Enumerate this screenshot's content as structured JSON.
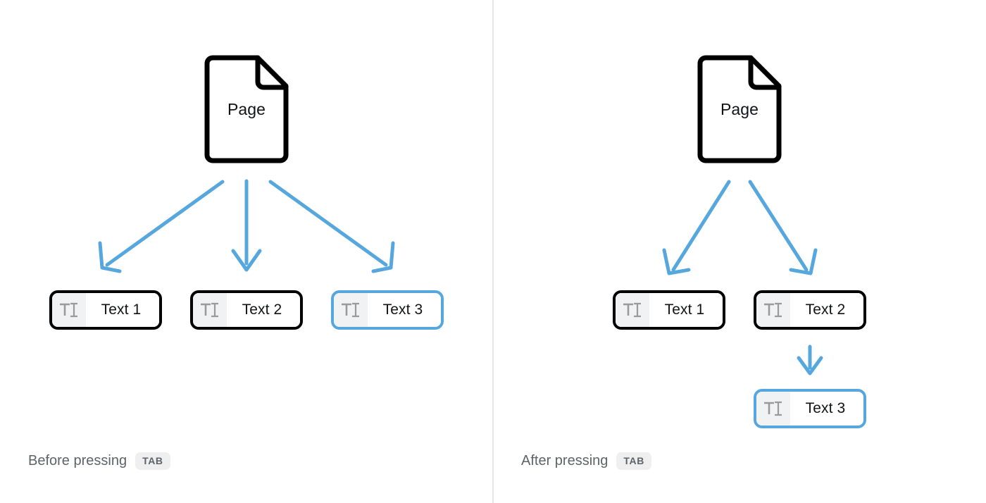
{
  "colors": {
    "arrow_blue": "#56a7dd",
    "selected_border": "#56a7dd",
    "node_border": "#000000",
    "icon_gray": "#9a9a9a",
    "icon_bg": "#f1f2f3",
    "caption_text": "#5f6368",
    "key_badge_bg": "#efefef",
    "divider": "#e4e6e8",
    "background": "#ffffff"
  },
  "panels": {
    "before": {
      "caption_text": "Before pressing",
      "caption_key": "TAB",
      "root": {
        "label": "Page",
        "icon": "page-document-icon"
      },
      "nodes": [
        {
          "label": "Text 1",
          "icon": "text-cursor-icon",
          "selected": false
        },
        {
          "label": "Text 2",
          "icon": "text-cursor-icon",
          "selected": false
        },
        {
          "label": "Text 3",
          "icon": "text-cursor-icon",
          "selected": true
        }
      ],
      "arrows": [
        {
          "from": "Page",
          "to": "Text 1"
        },
        {
          "from": "Page",
          "to": "Text 2"
        },
        {
          "from": "Page",
          "to": "Text 3"
        }
      ]
    },
    "after": {
      "caption_text": "After pressing",
      "caption_key": "TAB",
      "root": {
        "label": "Page",
        "icon": "page-document-icon"
      },
      "nodes": [
        {
          "label": "Text 1",
          "icon": "text-cursor-icon",
          "selected": false
        },
        {
          "label": "Text 2",
          "icon": "text-cursor-icon",
          "selected": false
        },
        {
          "label": "Text 3",
          "icon": "text-cursor-icon",
          "selected": true
        }
      ],
      "arrows": [
        {
          "from": "Page",
          "to": "Text 1"
        },
        {
          "from": "Page",
          "to": "Text 2"
        },
        {
          "from": "Text 2",
          "to": "Text 3"
        }
      ]
    }
  }
}
